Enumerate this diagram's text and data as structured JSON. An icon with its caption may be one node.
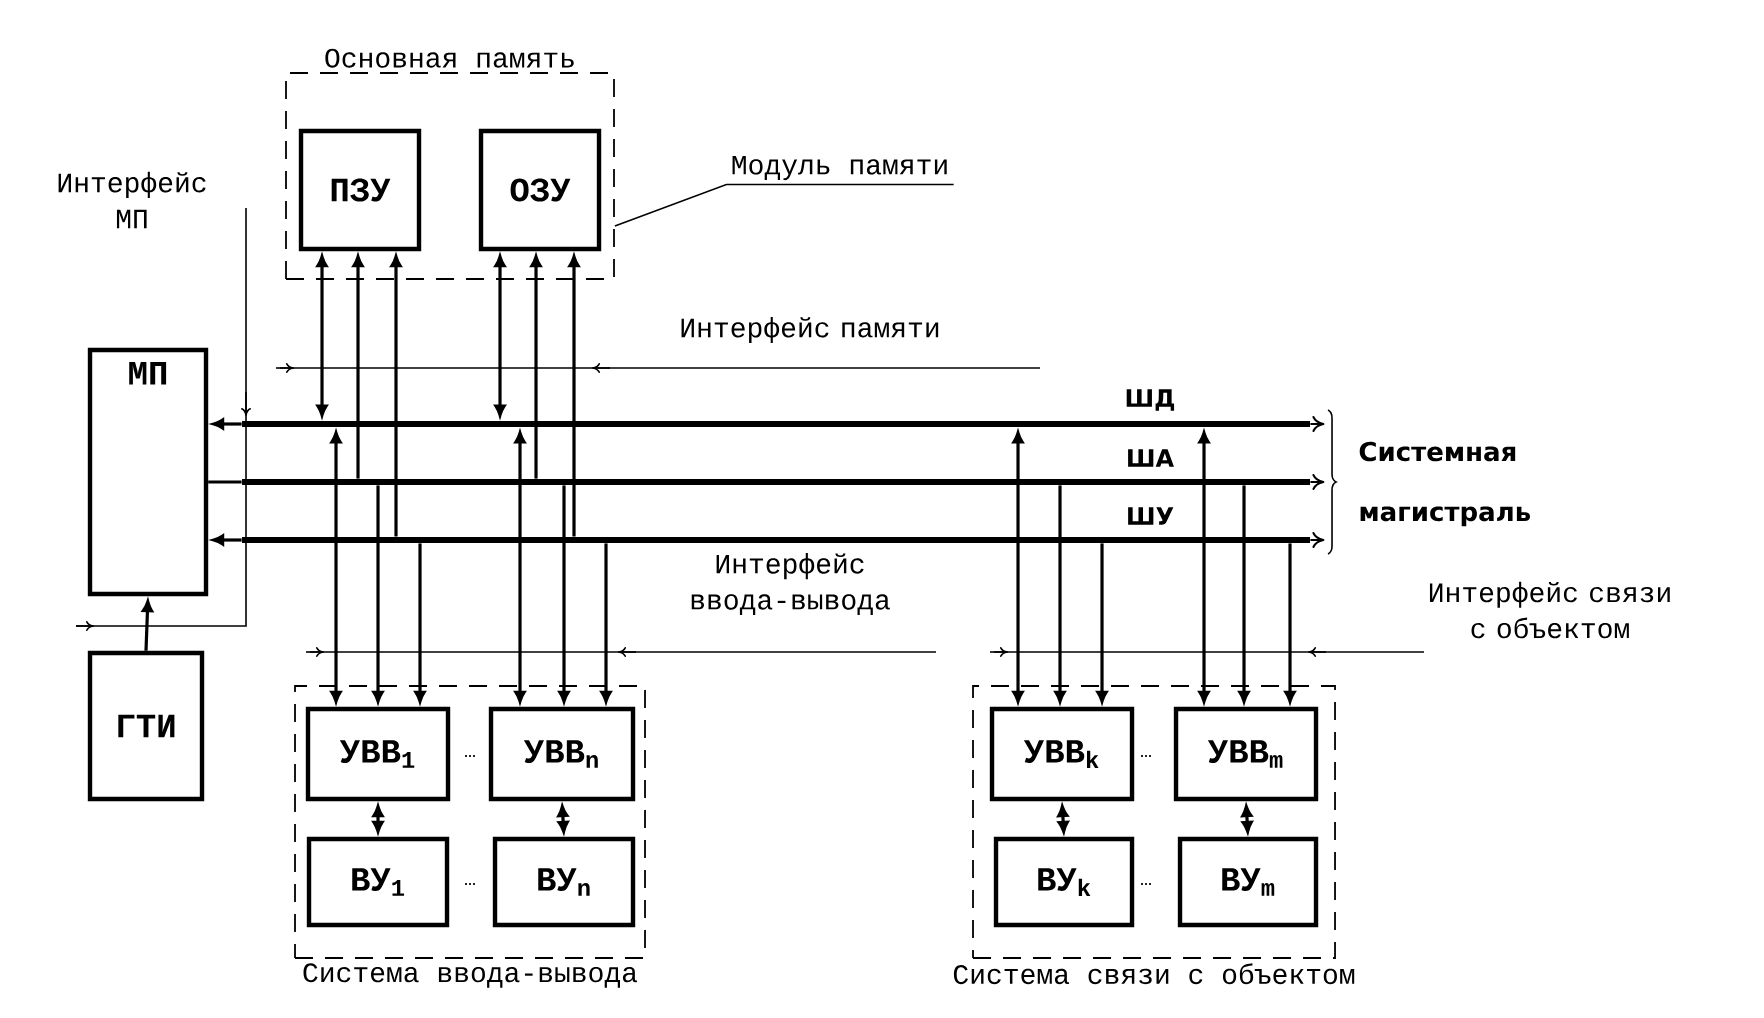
{
  "diagram": {
    "nodes": [
      {
        "text": [
          "Основная память"
        ]
      },
      {
        "text": [
          "ПЗУ"
        ],
        "in": 0
      },
      {
        "text": [
          "ОЗУ"
        ],
        "in": 0
      },
      {
        "text": [
          "Модуль памяти"
        ]
      },
      {
        "text": [
          "МП"
        ]
      },
      {
        "text": [
          "ГТИ"
        ]
      },
      {
        "text": [],
        "shape": "bar",
        "beside": [
          "ШД"
        ]
      },
      {
        "text": [],
        "shape": "bar",
        "beside": [
          "ША"
        ]
      },
      {
        "text": [],
        "shape": "bar",
        "beside": [
          "ШУ"
        ]
      },
      {
        "text": [
          "Система ввода-вывода"
        ]
      },
      {
        "text": [
          "УВВ$_{1}$"
        ],
        "in": 9
      },
      {
        "text": [
          "УВВ$_{n}$"
        ],
        "in": 9
      },
      {
        "text": [
          "ВУ$_{1}$"
        ],
        "in": 9
      },
      {
        "text": [
          "ВУ$_{n}$"
        ],
        "in": 9
      },
      {
        "text": [
          "Система связи с объектом"
        ]
      },
      {
        "text": [
          "УВВ$_{k}$"
        ],
        "in": 14
      },
      {
        "text": [
          "УВВ$_{m}$"
        ],
        "in": 14
      },
      {
        "text": [
          "ВУ$_{k}$"
        ],
        "in": 14
      },
      {
        "text": [
          "ВУ$_{m}$"
        ],
        "in": 14
      }
    ],
    "edges": [
      {
        "from": 6,
        "to": 1,
        "arrow": "both"
      },
      {
        "from": 7,
        "to": 1,
        "arrow": "to"
      },
      {
        "from": 8,
        "to": 1,
        "arrow": "to"
      },
      {
        "from": 6,
        "to": 2,
        "arrow": "both"
      },
      {
        "from": 7,
        "to": 2,
        "arrow": "to"
      },
      {
        "from": 8,
        "to": 2,
        "arrow": "to"
      },
      {
        "from": 6,
        "to": 4,
        "arrow": "to"
      },
      {
        "from": 7,
        "to": 4,
        "arrow": "none"
      },
      {
        "from": 8,
        "to": 4,
        "arrow": "to"
      },
      {
        "from": 5,
        "to": 4,
        "arrow": "to"
      },
      {
        "from": 6,
        "to": 10,
        "arrow": "both"
      },
      {
        "from": 7,
        "to": 10,
        "arrow": "to"
      },
      {
        "from": 8,
        "to": 10,
        "arrow": "to"
      },
      {
        "from": 6,
        "to": 11,
        "arrow": "both"
      },
      {
        "from": 7,
        "to": 11,
        "arrow": "to"
      },
      {
        "from": 8,
        "to": 11,
        "arrow": "to"
      },
      {
        "from": 6,
        "to": 15,
        "arrow": "both"
      },
      {
        "from": 7,
        "to": 15,
        "arrow": "to"
      },
      {
        "from": 8,
        "to": 15,
        "arrow": "to"
      },
      {
        "from": 6,
        "to": 16,
        "arrow": "both"
      },
      {
        "from": 7,
        "to": 16,
        "arrow": "to"
      },
      {
        "from": 8,
        "to": 16,
        "arrow": "to"
      },
      {
        "from": 10,
        "to": 12,
        "arrow": "both"
      },
      {
        "from": 11,
        "to": 13,
        "arrow": "both"
      },
      {
        "from": 15,
        "to": 17,
        "arrow": "both"
      },
      {
        "from": 16,
        "to": 18,
        "arrow": "both"
      },
      {
        "from": 3,
        "to": 0,
        "arrow": "none"
      }
    ],
    "labels": [
      "Интерфейс МП",
      "Интерфейс памяти",
      "Системная магистраль",
      "Интерфейс ввода-вывода",
      "Интерфейс связи с объектом",
      "…",
      "…",
      "…",
      "…"
    ]
  }
}
